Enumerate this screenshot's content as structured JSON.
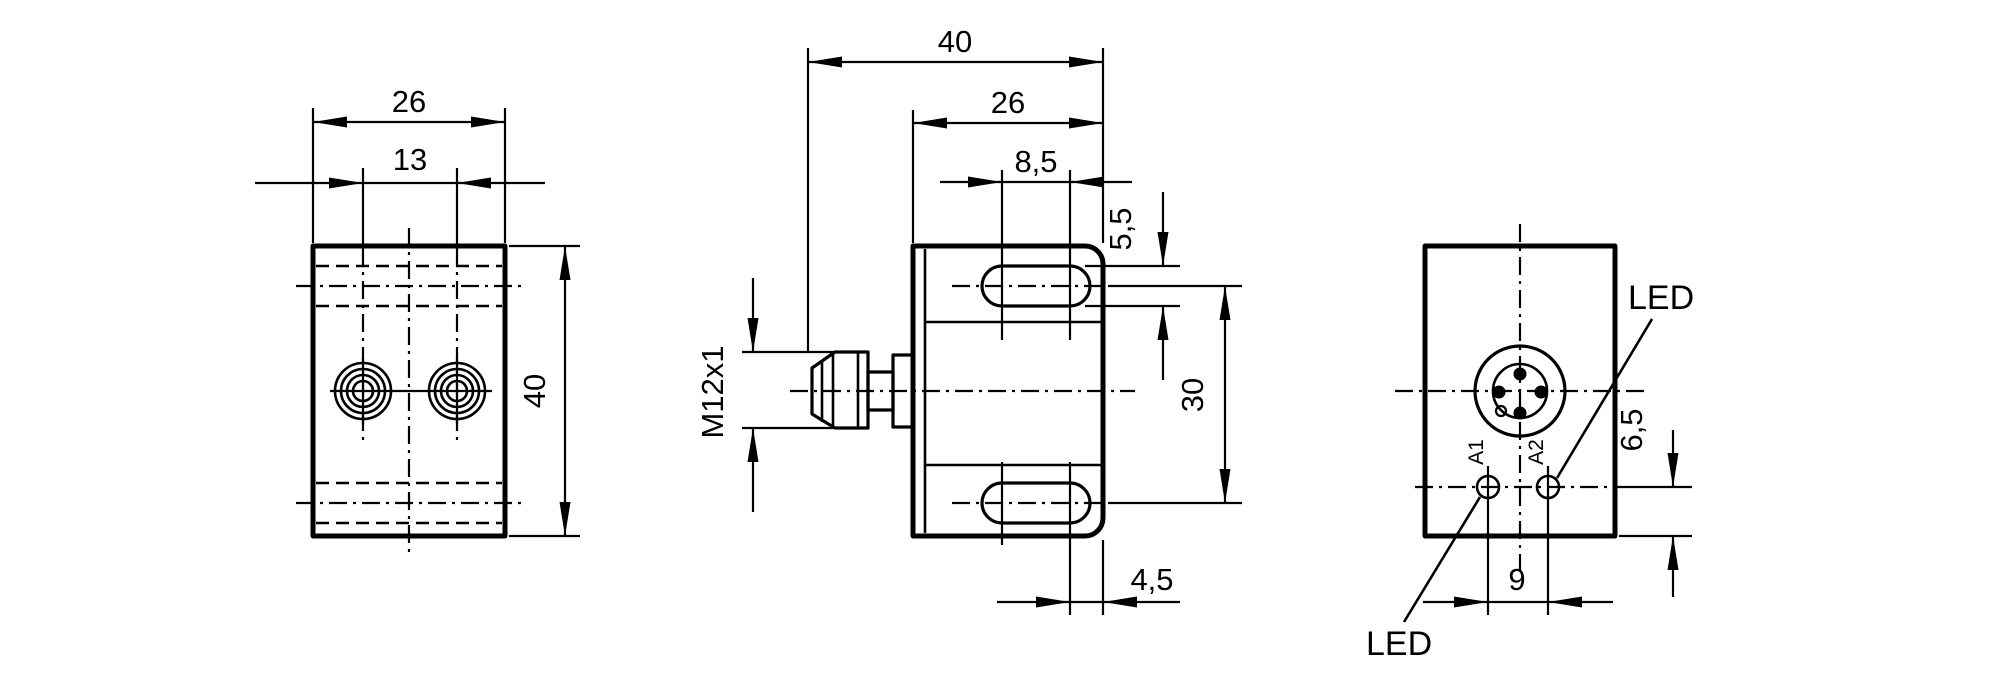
{
  "drawing": {
    "colors": {
      "line": "#000000",
      "background": "#ffffff"
    },
    "front_view": {
      "dim_width": "26",
      "dim_hole_spacing": "13",
      "dim_height": "40"
    },
    "side_view": {
      "dim_overall_depth": "40",
      "dim_housing_depth": "26",
      "dim_slot_hole_spacing": "8,5",
      "dim_slot_width": "5,5",
      "dim_slot_center_distance": "30",
      "dim_slot_to_edge": "4,5",
      "connector_thread": "M12x1"
    },
    "back_view": {
      "label_led_top": "LED",
      "label_led_bottom": "LED",
      "label_output_a1": "A1",
      "label_output_a2": "A2",
      "dim_led_to_bottom": "6,5",
      "dim_led_spacing": "9"
    }
  }
}
